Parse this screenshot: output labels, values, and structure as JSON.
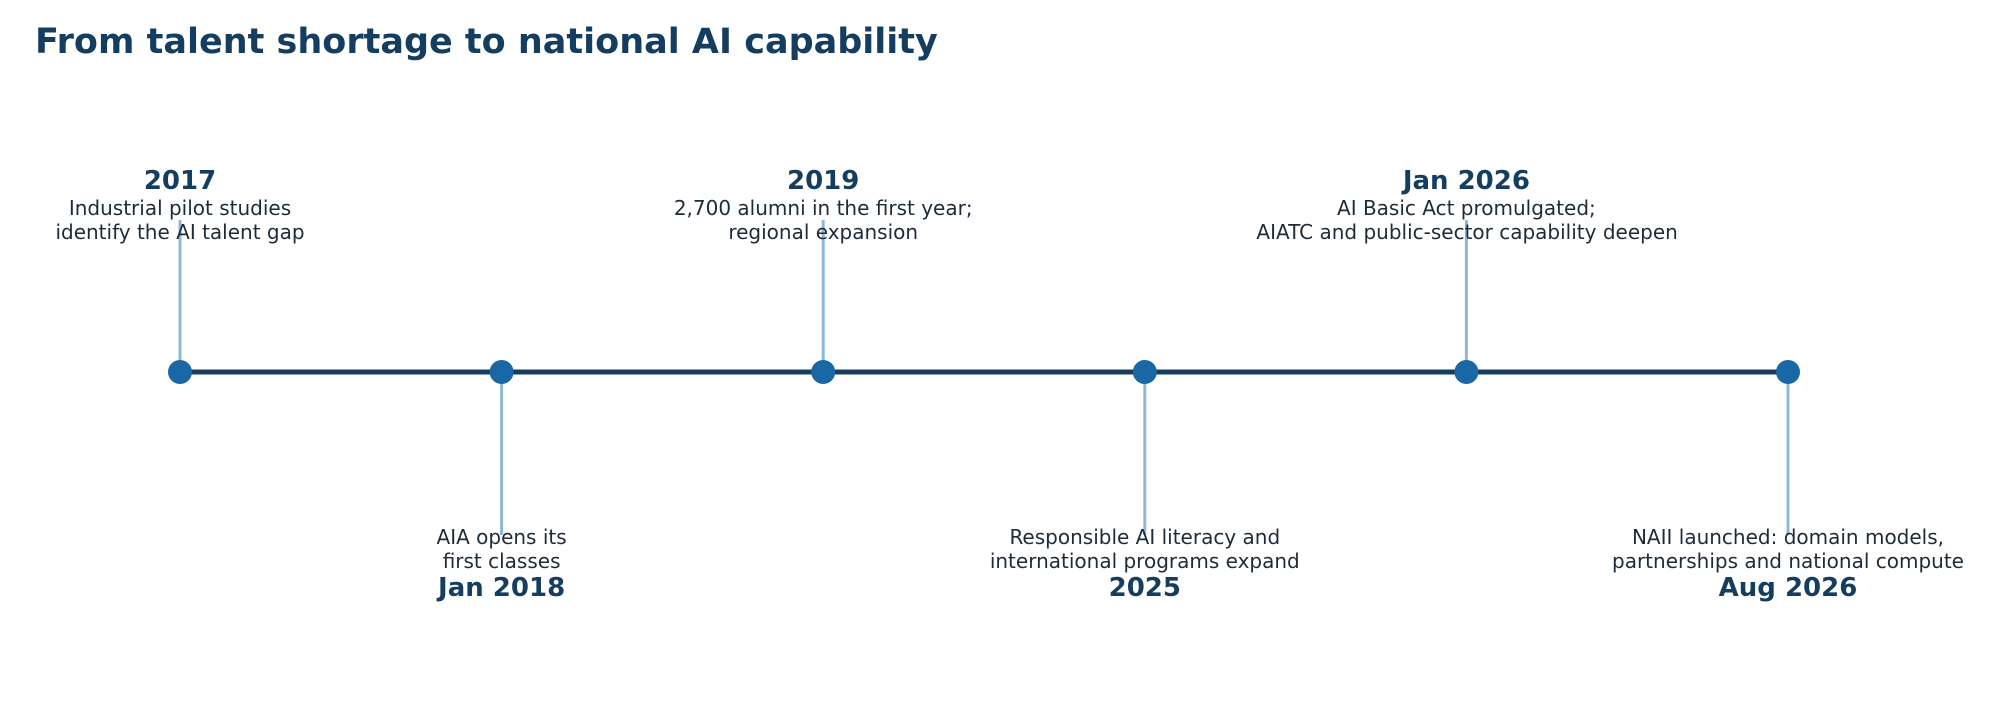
{
  "title": "From talent shortage to national AI capability",
  "colors": {
    "title": "#143d5f",
    "axis_line": "#143d5f",
    "marker": "#1a67a6",
    "connector": "#8db8d8",
    "text": "#1e2b38"
  },
  "events": [
    {
      "date": "2017",
      "position": "above",
      "lines": [
        "Industrial pilot studies",
        "identify the AI talent gap"
      ]
    },
    {
      "date": "Jan 2018",
      "position": "below",
      "lines": [
        "AIA opens its",
        "first classes"
      ]
    },
    {
      "date": "2019",
      "position": "above",
      "lines": [
        "2,700 alumni in the first year;",
        "regional expansion"
      ]
    },
    {
      "date": "2025",
      "position": "below",
      "lines": [
        "Responsible AI literacy and",
        "international programs expand"
      ]
    },
    {
      "date": "Jan 2026",
      "position": "above",
      "lines": [
        "AI Basic Act promulgated;",
        "AIATC and public-sector capability deepen"
      ]
    },
    {
      "date": "Aug 2026",
      "position": "below",
      "lines": [
        "NAII launched: domain models,",
        "partnerships and national compute"
      ]
    }
  ]
}
